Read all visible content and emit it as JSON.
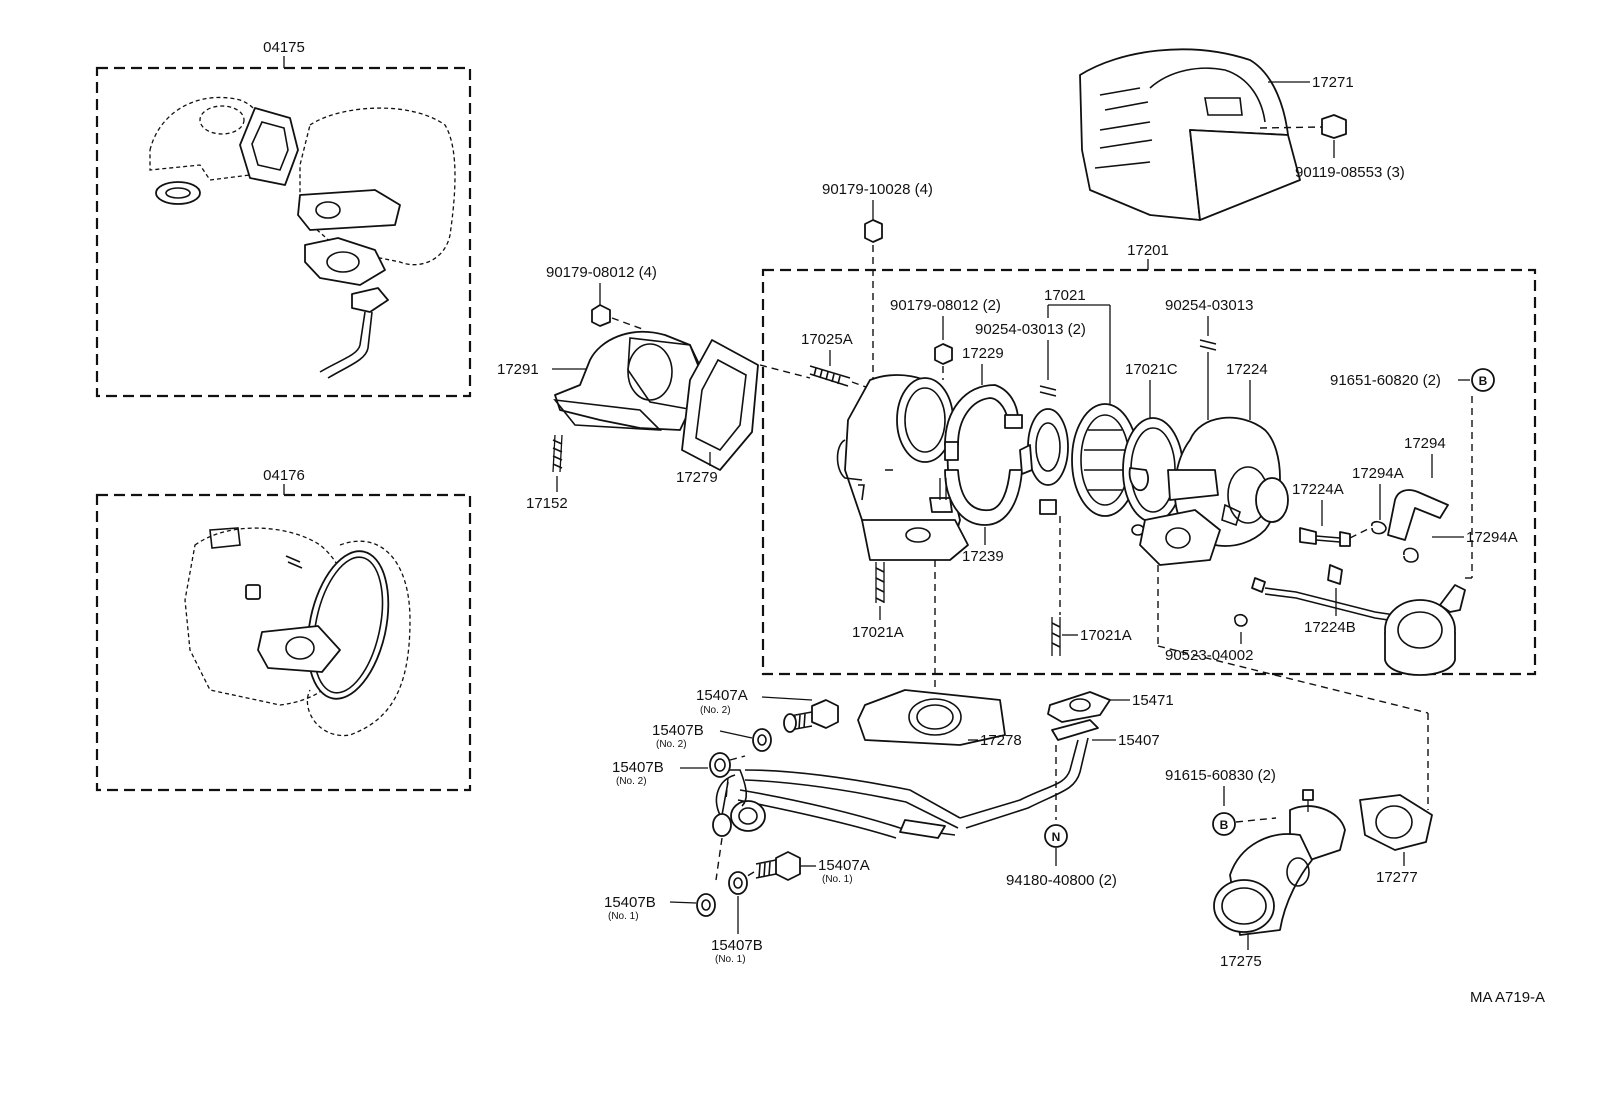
{
  "diagram_code": "MA A719-A",
  "kits": {
    "k1": "04175",
    "k2": "04176",
    "assembly": "17201"
  },
  "labels": {
    "p_17271": "17271",
    "p_90119": "90119-08553 (3)",
    "p_9017910028": "90179-10028 (4)",
    "p_9017908012a": "90179-08012 (4)",
    "p_17291": "17291",
    "p_17152": "17152",
    "p_17279": "17279",
    "p_17025A": "17025A",
    "p_9017908012b": "90179-08012 (2)",
    "p_17229": "17229",
    "p_17239": "17239",
    "p_17021A_1": "17021A",
    "p_17021A_2": "17021A",
    "p_17021": "17021",
    "p_9025403013a": "90254-03013 (2)",
    "p_9025403013b": "90254-03013",
    "p_17021C": "17021C",
    "p_17224": "17224",
    "p_91651": "91651-60820 (2)",
    "p_17294": "17294",
    "p_17294A_1": "17294A",
    "p_17294A_2": "17294A",
    "p_17224A": "17224A",
    "p_17224B": "17224B",
    "p_90523": "90523-04002",
    "p_15471": "15471",
    "p_15407": "15407",
    "p_17278": "17278",
    "p_15407A_2": "15407A",
    "p_15407B_2a": "15407B",
    "p_15407B_2b": "15407B",
    "p_15407A_1": "15407A",
    "p_15407B_1a": "15407B",
    "p_15407B_1b": "15407B",
    "p_94180": "94180-40800 (2)",
    "p_91615": "91615-60830 (2)",
    "p_17277": "17277",
    "p_17275": "17275"
  },
  "sublabels": {
    "no2": "(No. 2)",
    "no1": "(No. 1)"
  },
  "markers": {
    "b": "B",
    "n": "N"
  }
}
